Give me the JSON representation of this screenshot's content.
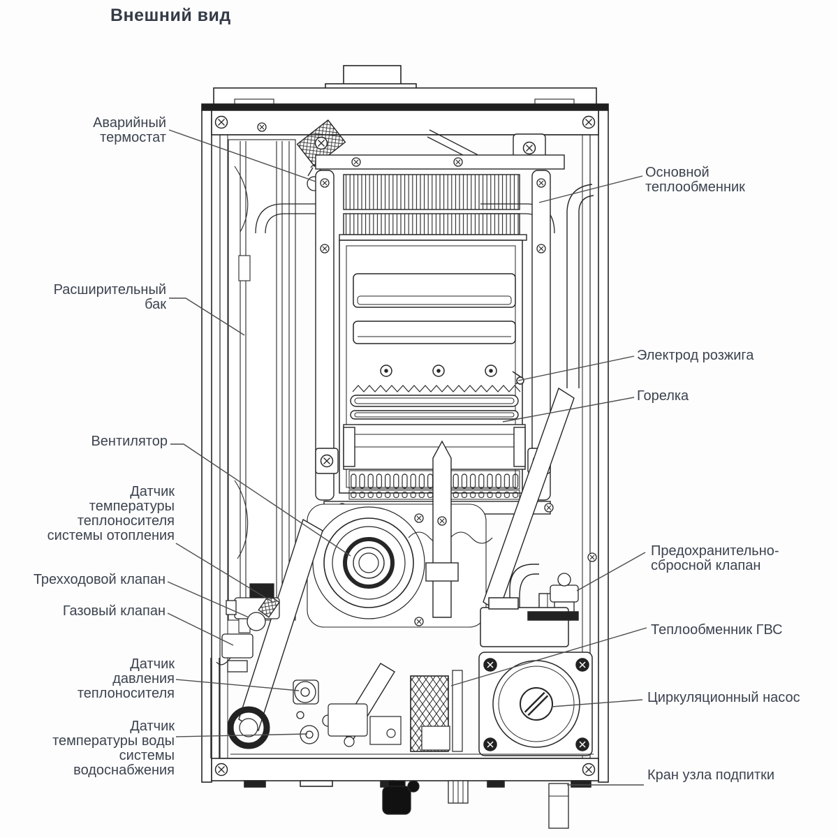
{
  "title": "Внешний вид",
  "colors": {
    "background": "#fdfdfd",
    "drawing_line": "#262626",
    "leader_line": "#4d4d4d",
    "label_text": "#3c434f"
  },
  "diagram": {
    "type": "gas-boiler-internal-view",
    "labels": {
      "left": [
        {
          "name": "emergency-thermostat",
          "lines": [
            "Аварийный",
            "термостат"
          ]
        },
        {
          "name": "expansion-tank",
          "lines": [
            "Расширительный",
            "бак"
          ]
        },
        {
          "name": "fan",
          "lines": [
            "Вентилятор"
          ]
        },
        {
          "name": "heating-temp-sensor",
          "lines": [
            "Датчик",
            "температуры",
            "теплоносителя",
            "системы отопления"
          ]
        },
        {
          "name": "three-way-valve",
          "lines": [
            "Трехходовой клапан"
          ]
        },
        {
          "name": "gas-valve",
          "lines": [
            "Газовый клапан"
          ]
        },
        {
          "name": "pressure-sensor",
          "lines": [
            "Датчик",
            "давления",
            "теплоносителя"
          ]
        },
        {
          "name": "dhw-temp-sensor",
          "lines": [
            "Датчик",
            "температуры воды",
            "системы",
            "водоснабжения"
          ]
        }
      ],
      "right": [
        {
          "name": "main-heat-exchanger",
          "lines": [
            "Основной",
            "теплообменник"
          ]
        },
        {
          "name": "ignition-electrode",
          "lines": [
            "Электрод розжига"
          ]
        },
        {
          "name": "burner",
          "lines": [
            "Горелка"
          ]
        },
        {
          "name": "safety-relief-valve",
          "lines": [
            "Предохранительно-",
            "сбросной клапан"
          ]
        },
        {
          "name": "dhw-heat-exchanger",
          "lines": [
            "Теплообменник ГВС"
          ]
        },
        {
          "name": "circulation-pump",
          "lines": [
            "Циркуляционный насос"
          ]
        },
        {
          "name": "makeup-water-valve",
          "lines": [
            "Кран узла подпитки"
          ]
        }
      ]
    }
  }
}
